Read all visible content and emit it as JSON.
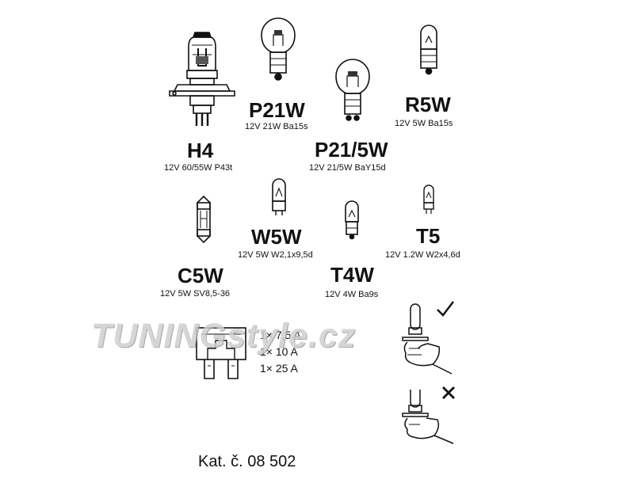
{
  "bulbs": [
    {
      "name": "H4",
      "spec": "12V 60/55W P43t",
      "icon": "h4-bulb-icon"
    },
    {
      "name": "P21W",
      "spec": "12V 21W Ba15s",
      "icon": "p21w-bulb-icon"
    },
    {
      "name": "P21/5W",
      "spec": "12V 21/5W BaY15d",
      "icon": "p21-5w-bulb-icon"
    },
    {
      "name": "R5W",
      "spec": "12V 5W Ba15s",
      "icon": "r5w-bulb-icon"
    },
    {
      "name": "C5W",
      "spec": "12V 5W SV8,5-36",
      "icon": "c5w-bulb-icon"
    },
    {
      "name": "W5W",
      "spec": "12V 5W W2,1x9,5d",
      "icon": "w5w-bulb-icon"
    },
    {
      "name": "T4W",
      "spec": "12V 4W Ba9s",
      "icon": "t4w-bulb-icon"
    },
    {
      "name": "T5",
      "spec": "12V 1.2W W2x4,6d",
      "icon": "t5-bulb-icon"
    }
  ],
  "fuses": [
    "1× 7,5 A",
    "1× 10 A",
    "1× 25 A"
  ],
  "catalog": "Kat. č. 08 502",
  "watermark": "TUNINGstyle.cz",
  "handling": {
    "correct": "check-mark-icon",
    "wrong": "cross-mark-icon"
  }
}
